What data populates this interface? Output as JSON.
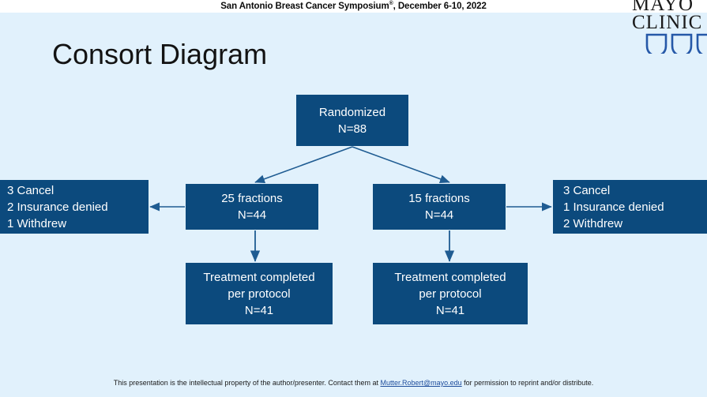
{
  "header": {
    "conference": "San Antonio Breast Cancer Symposium",
    "registered_mark": "®",
    "dates": ", December 6-10, 2022",
    "logo": {
      "line1": "MAYO",
      "line2": "CLINIC",
      "name": "mayo-clinic-logo"
    }
  },
  "slide": {
    "title": "Consort Diagram",
    "background_color": "#e1f1fc",
    "node_color": "#0c4a7d",
    "node_text_color": "#ffffff",
    "connector_color": "#1f5c92"
  },
  "chart_data": {
    "type": "diagram",
    "title": "Consort Diagram",
    "nodes": [
      {
        "id": "randomized",
        "lines": [
          "Randomized",
          "N=88"
        ]
      },
      {
        "id": "arm-25-fractions",
        "lines": [
          "25 fractions",
          "N=44"
        ]
      },
      {
        "id": "arm-15-fractions",
        "lines": [
          "15 fractions",
          "N=44"
        ]
      },
      {
        "id": "dropout-left",
        "lines": [
          "3 Cancel",
          "2 Insurance denied",
          "1 Withdrew"
        ]
      },
      {
        "id": "dropout-right",
        "lines": [
          "3 Cancel",
          "1 Insurance denied",
          "2 Withdrew"
        ]
      },
      {
        "id": "completed-left",
        "lines": [
          "Treatment completed",
          "per protocol",
          "N=41"
        ]
      },
      {
        "id": "completed-right",
        "lines": [
          "Treatment completed",
          "per protocol",
          "N=41"
        ]
      }
    ],
    "edges": [
      {
        "from": "randomized",
        "to": "arm-25-fractions",
        "style": "arrow"
      },
      {
        "from": "randomized",
        "to": "arm-15-fractions",
        "style": "arrow"
      },
      {
        "from": "arm-25-fractions",
        "to": "dropout-left",
        "style": "arrow"
      },
      {
        "from": "arm-15-fractions",
        "to": "dropout-right",
        "style": "arrow"
      },
      {
        "from": "arm-25-fractions",
        "to": "completed-left",
        "style": "arrow"
      },
      {
        "from": "arm-15-fractions",
        "to": "completed-right",
        "style": "arrow"
      }
    ]
  },
  "nodes": {
    "randomized": {
      "line1": "Randomized",
      "line2": "N=88"
    },
    "arm25": {
      "line1": "25 fractions",
      "line2": "N=44"
    },
    "arm15": {
      "line1": "15 fractions",
      "line2": "N=44"
    },
    "dropout_left": {
      "line1": "3 Cancel",
      "line2": "2 Insurance denied",
      "line3": "1 Withdrew"
    },
    "dropout_right": {
      "line1": "3 Cancel",
      "line2": "1 Insurance denied",
      "line3": "2 Withdrew"
    },
    "completed_left": {
      "line1": "Treatment completed",
      "line2": "per protocol",
      "line3": "N=41"
    },
    "completed_right": {
      "line1": "Treatment completed",
      "line2": "per protocol",
      "line3": "N=41"
    }
  },
  "footer": {
    "text_before": "This presentation is the intellectual property of the author/presenter. Contact them at ",
    "email": "Mutter.Robert@mayo.edu",
    "text_after": " for permission to reprint and/or distribute."
  }
}
